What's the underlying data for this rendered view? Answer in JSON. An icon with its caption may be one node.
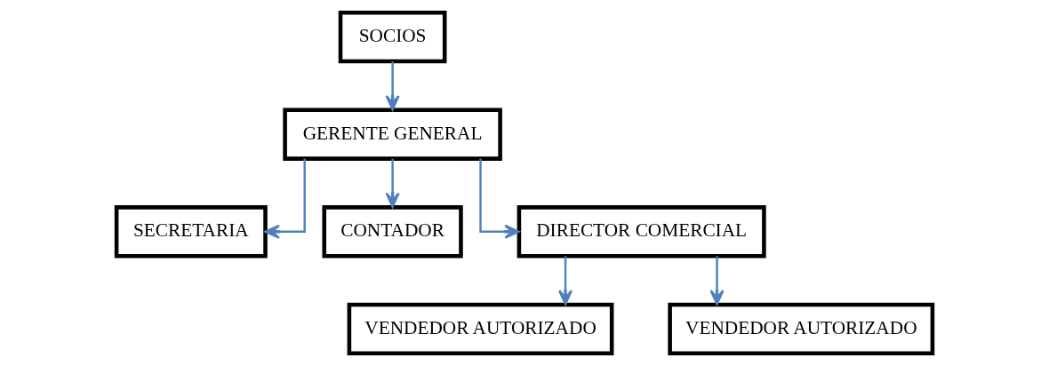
{
  "diagram": {
    "nodes": [
      {
        "text": [
          "SOCIOS"
        ]
      },
      {
        "text": [
          "GERENTE GENERAL"
        ]
      },
      {
        "text": [
          "SECRETARIA"
        ]
      },
      {
        "text": [
          "CONTADOR"
        ]
      },
      {
        "text": [
          "DIRECTOR COMERCIAL"
        ]
      },
      {
        "text": [
          "VENDEDOR AUTORIZADO"
        ]
      },
      {
        "text": [
          "VENDEDOR AUTORIZADO"
        ]
      }
    ],
    "edges": [
      {
        "from": 0,
        "to": 1,
        "arrow": "to"
      },
      {
        "from": 1,
        "to": 2,
        "arrow": "to"
      },
      {
        "from": 1,
        "to": 3,
        "arrow": "to"
      },
      {
        "from": 1,
        "to": 4,
        "arrow": "to"
      },
      {
        "from": 4,
        "to": 5,
        "arrow": "to"
      },
      {
        "from": 4,
        "to": 6,
        "arrow": "to"
      }
    ]
  }
}
